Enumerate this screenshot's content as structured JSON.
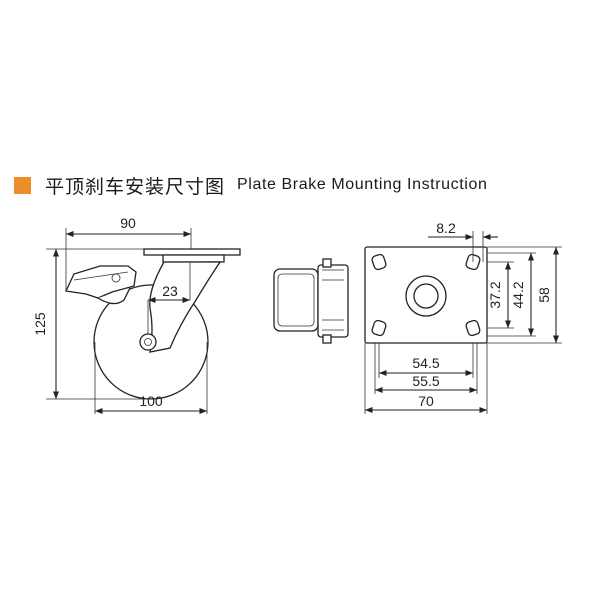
{
  "title": {
    "cn": "平顶刹车安装尺寸图",
    "en": "Plate Brake Mounting Instruction"
  },
  "side_view": {
    "dims": {
      "width": "90",
      "height": "125",
      "offset": "23",
      "wheel": "100"
    }
  },
  "plate_view": {
    "dims": {
      "hole": "8.2",
      "inner_h": "37.2",
      "outer_h": "44.2",
      "total_h": "58",
      "inner_w": "54.5",
      "outer_w": "55.5",
      "total_w": "70"
    }
  },
  "colors": {
    "accent": "#ee8c2a",
    "line": "#222222"
  }
}
